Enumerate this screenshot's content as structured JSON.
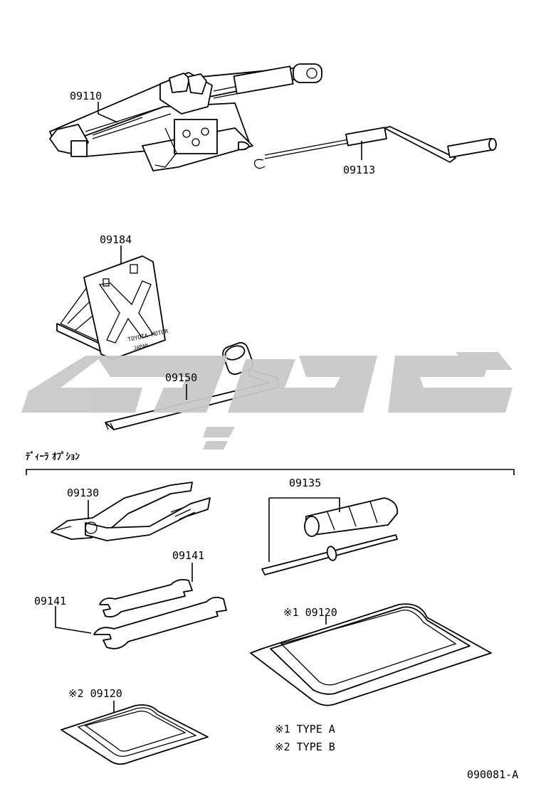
{
  "labels": {
    "jack": "09110",
    "jack_handle": "09113",
    "wheel_chock": "09184",
    "wrench": "09150",
    "section_title": "ﾃﾞｨｰﾗ ｵﾌﾟｼｮﾝ",
    "pliers": "09130",
    "screwdriver": "09135",
    "spanner_top": "09141",
    "spanner_left": "09141",
    "tool_bag_a": "※1 09120",
    "tool_bag_b": "※2 09120",
    "note_1": "※1  TYPE  A",
    "note_2": "※2  TYPE  B",
    "diagram_code": "090081-A"
  },
  "chock_text": {
    "line1": "TOYOTA MOTOR",
    "line2": "JAPAN"
  },
  "icons": {
    "watermark": "watermark-logo"
  }
}
